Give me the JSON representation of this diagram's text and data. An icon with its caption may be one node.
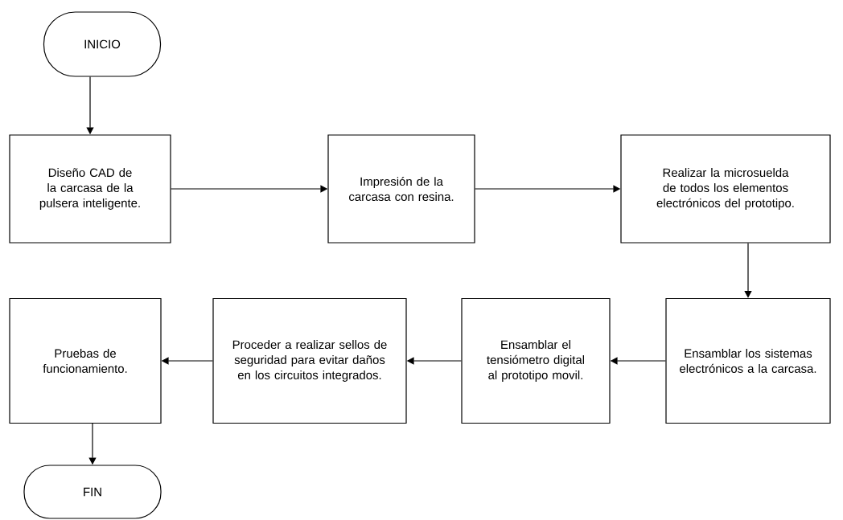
{
  "diagram": {
    "nodes": [
      {
        "text": [
          "INICIO"
        ]
      },
      {
        "text": [
          "Diseño CAD de la carcasa de la pulsera inteligente."
        ]
      },
      {
        "text": [
          "Impresión de la carcasa con resina."
        ]
      },
      {
        "text": [
          "Realizar la microsuelda de todos los elementos electrónicos del prototipo."
        ]
      },
      {
        "text": [
          "Ensamblar los sistemas electrónicos a la carcasa."
        ]
      },
      {
        "text": [
          "Ensamblar el tensiómetro digital al prototipo movil."
        ]
      },
      {
        "text": [
          "Proceder a realizar sellos de seguridad para evitar daños en los circuitos integrados."
        ]
      },
      {
        "text": [
          "Pruebas de funcionamiento."
        ]
      },
      {
        "text": [
          "FIN"
        ]
      }
    ],
    "edges": [
      {
        "from": 0,
        "to": 1,
        "arrow": "to"
      },
      {
        "from": 1,
        "to": 2,
        "arrow": "to"
      },
      {
        "from": 2,
        "to": 3,
        "arrow": "to"
      },
      {
        "from": 3,
        "to": 4,
        "arrow": "to"
      },
      {
        "from": 4,
        "to": 5,
        "arrow": "to"
      },
      {
        "from": 5,
        "to": 6,
        "arrow": "to"
      },
      {
        "from": 6,
        "to": 7,
        "arrow": "to"
      },
      {
        "from": 7,
        "to": 8,
        "arrow": "to"
      }
    ]
  }
}
